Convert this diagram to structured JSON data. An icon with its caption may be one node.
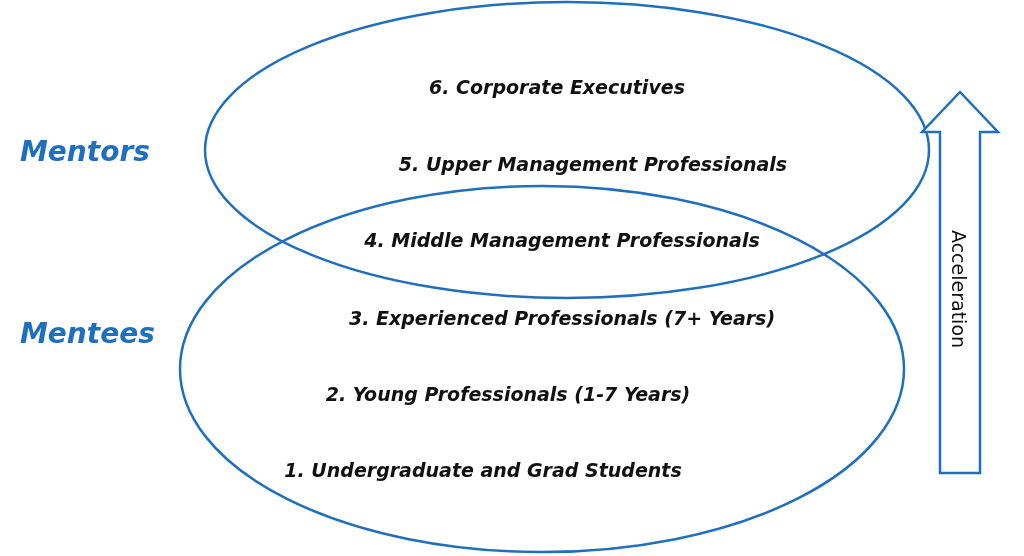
{
  "diagram": {
    "nodes": [
      {
        "text": [
          "Mentors"
        ]
      },
      {
        "text": [
          "Mentees"
        ]
      },
      {
        "text": [
          "Acceleration"
        ]
      }
    ],
    "edges": [],
    "labels": [
      "6. Corporate Executives",
      "5. Upper Management Professionals",
      "4. Middle Management Professionals",
      "3. Experienced Professionals (7+ Years)",
      "2. Young Professionals (1-7 Years)",
      "1. Undergraduate and Grad Students"
    ]
  }
}
